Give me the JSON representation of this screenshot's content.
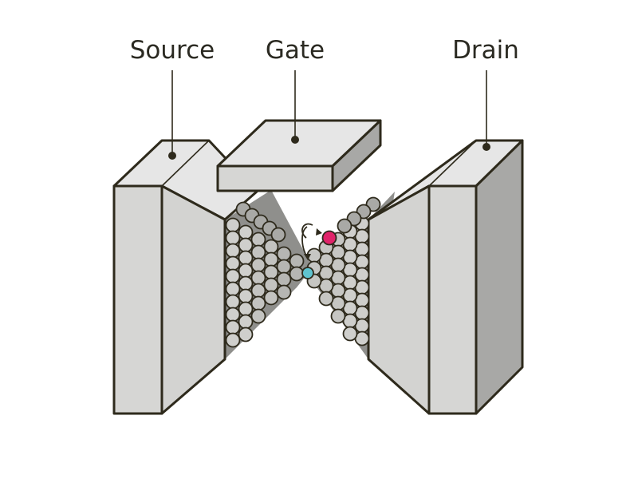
{
  "diagram": {
    "title": "Single-atom transistor schematic",
    "labels": {
      "source": "Source",
      "gate": "Gate",
      "drain": "Drain"
    },
    "components": [
      {
        "id": "source",
        "kind": "electrode"
      },
      {
        "id": "gate",
        "kind": "electrode-plate"
      },
      {
        "id": "drain",
        "kind": "electrode"
      },
      {
        "id": "source-atom-lattice",
        "kind": "atom-cluster"
      },
      {
        "id": "drain-atom-lattice",
        "kind": "atom-cluster"
      },
      {
        "id": "switching-atom-on",
        "kind": "atom",
        "state": "bridging"
      },
      {
        "id": "switching-atom-off",
        "kind": "atom",
        "state": "displaced"
      }
    ],
    "arrows": [
      {
        "from": "switching-atom-on",
        "to": "switching-atom-off",
        "style": "curved-double"
      }
    ],
    "colors": {
      "outline": "#2e2a1c",
      "face_top": "#e6e6e6",
      "face_front": "#d6d6d4",
      "face_side": "#a8a8a6",
      "atom_fill": "#cfcfcc",
      "atom_shadow": "#a9a9a6",
      "atom_bridging": "#5fc3cf",
      "atom_displaced": "#e0246a",
      "label_text": "#2b2a22"
    }
  }
}
